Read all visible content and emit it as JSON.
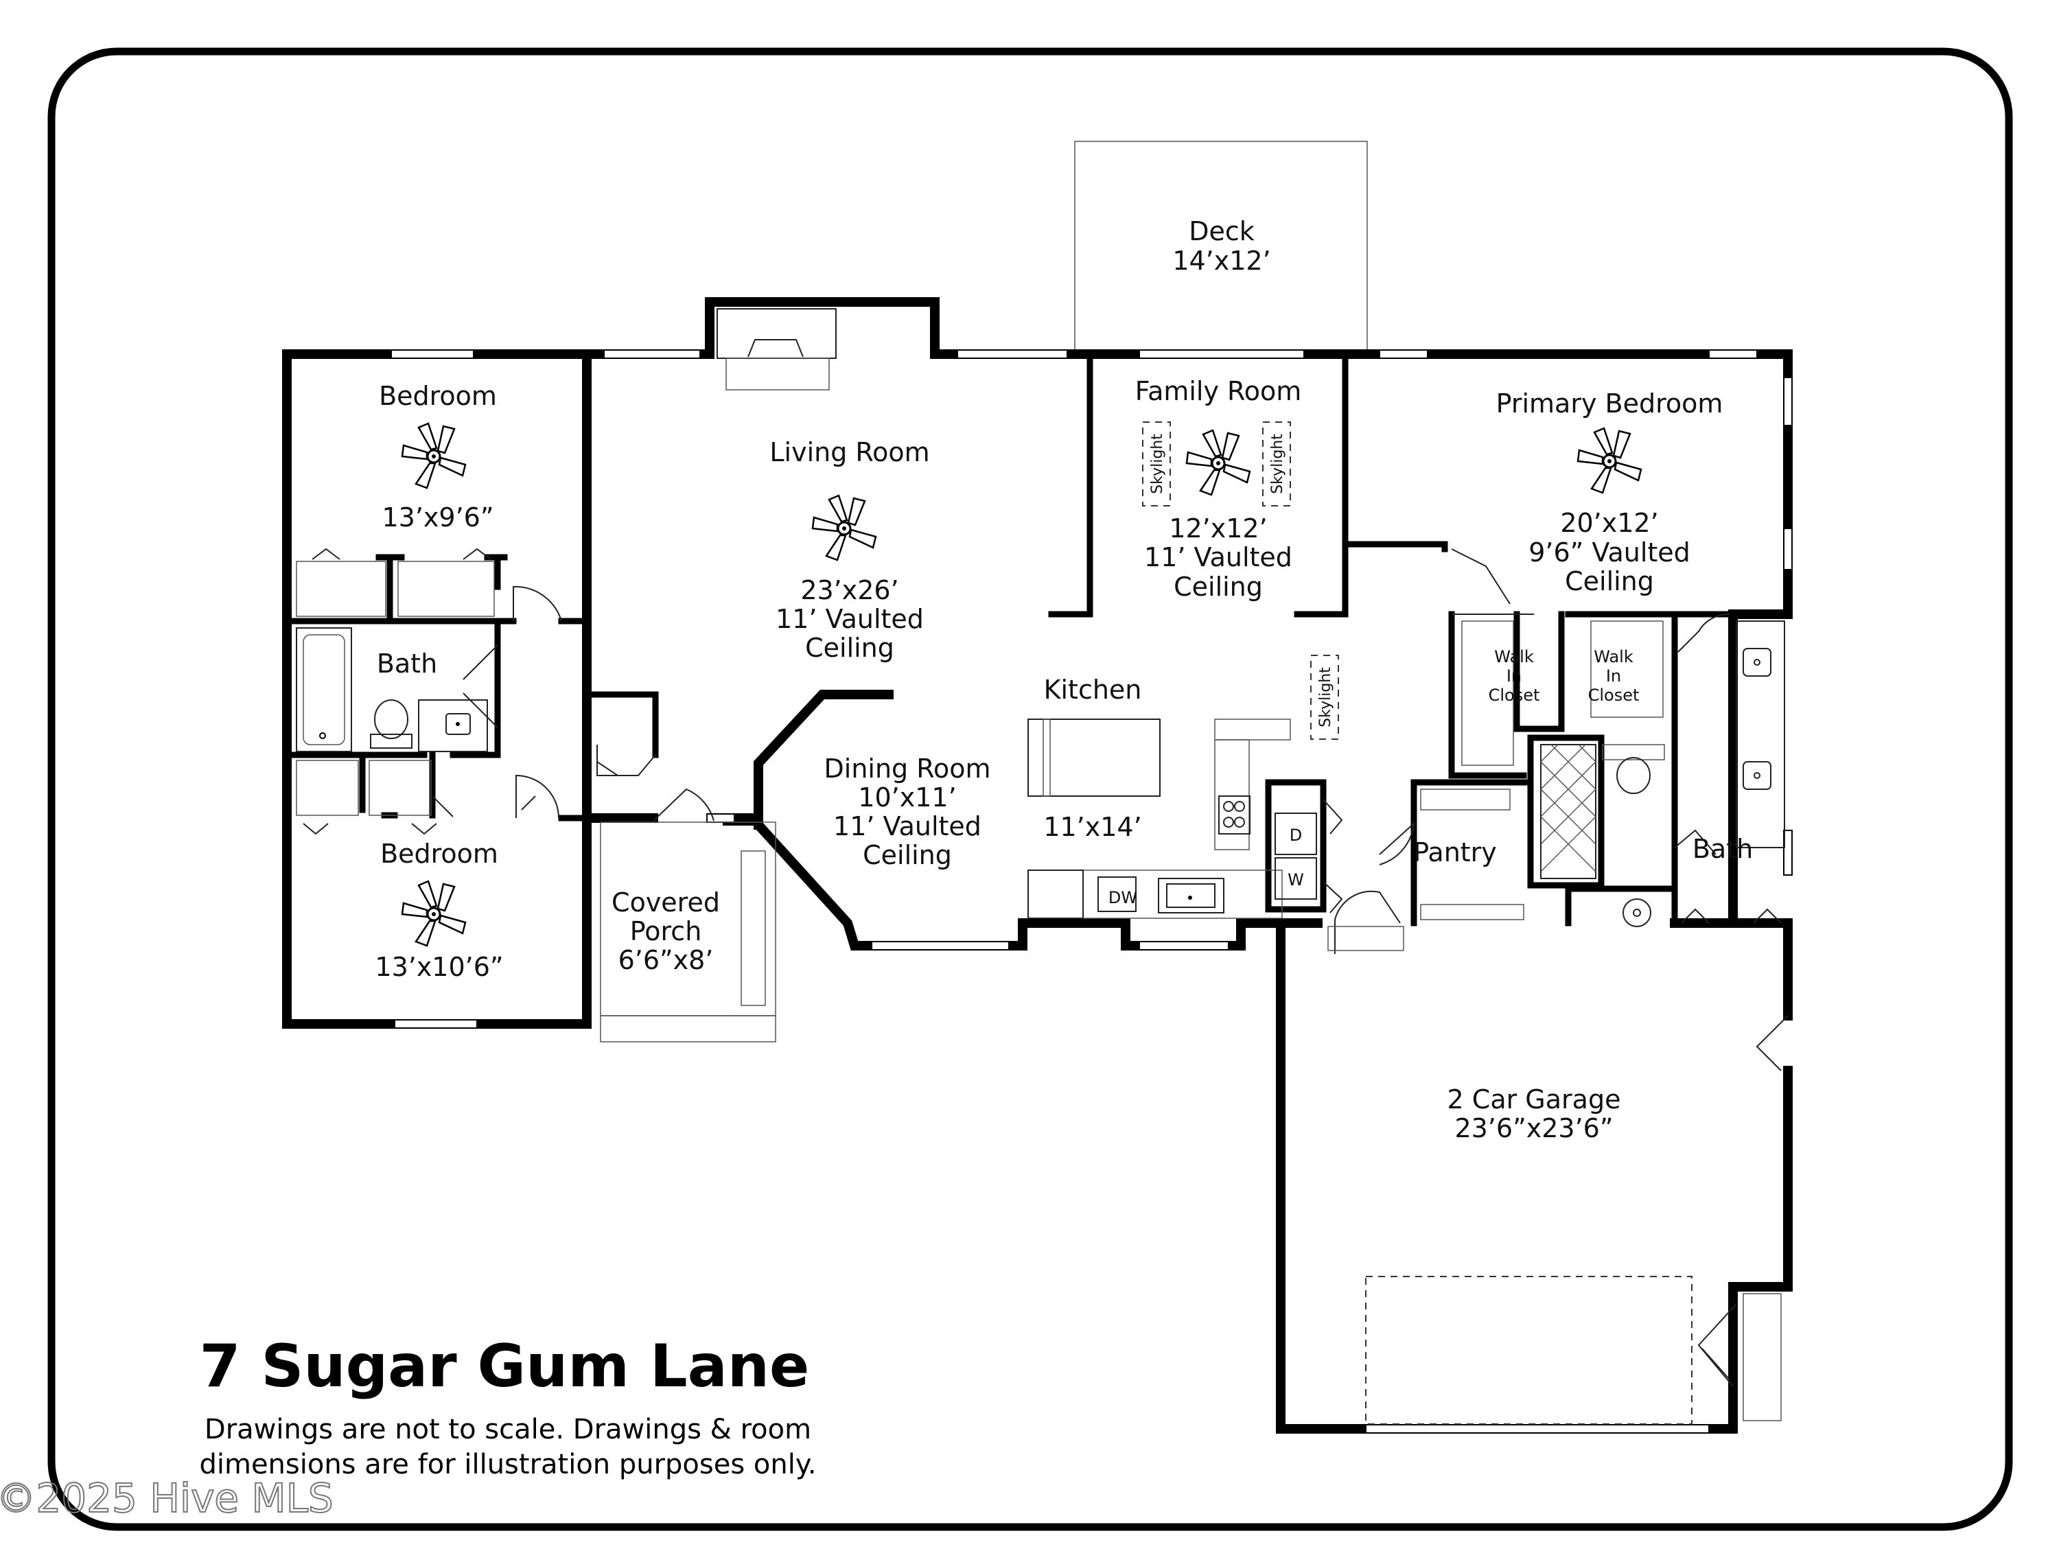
{
  "title": "7 Sugar Gum Lane",
  "disclaimer": {
    "line1": "Drawings are not to scale. Drawings & room",
    "line2": "dimensions are for illustration purposes only."
  },
  "watermark": "©2025 Hive MLS",
  "rooms": {
    "deck": {
      "name": "Deck",
      "size": "14’x12’"
    },
    "bedroom1": {
      "name": "Bedroom",
      "size": "13’x9’6”"
    },
    "living": {
      "name": "Living Room",
      "size": "23’x26’",
      "ceiling1": "11’ Vaulted",
      "ceiling2": "Ceiling"
    },
    "family": {
      "name": "Family Room",
      "size": "12’x12’",
      "ceiling1": "11’ Vaulted",
      "ceiling2": "Ceiling"
    },
    "primary": {
      "name": "Primary Bedroom",
      "size": "20’x12’",
      "ceiling1": "9’6” Vaulted",
      "ceiling2": "Ceiling"
    },
    "bath1": {
      "name": "Bath"
    },
    "kitchen": {
      "name": "Kitchen",
      "size": "11’x14’"
    },
    "dining": {
      "name": "Dining Room",
      "size": "10’x11’",
      "ceiling1": "11’ Vaulted",
      "ceiling2": "Ceiling"
    },
    "bedroom2": {
      "name": "Bedroom",
      "size": "13’x10’6”"
    },
    "porch": {
      "line1": "Covered",
      "line2": "Porch",
      "size": "6’6”x8’"
    },
    "pantry": {
      "name": "Pantry"
    },
    "bath2": {
      "name": "Bath"
    },
    "closet1": {
      "line1": "Walk",
      "line2": "In",
      "line3": "Closet"
    },
    "closet2": {
      "line1": "Walk",
      "line2": "In",
      "line3": "Closet"
    },
    "garage": {
      "name": "2 Car Garage",
      "size": "23’6”x23’6”"
    }
  },
  "fixtures": {
    "skylight": "Skylight",
    "dishwasher": "DW",
    "dryer": "D",
    "washer": "W"
  }
}
